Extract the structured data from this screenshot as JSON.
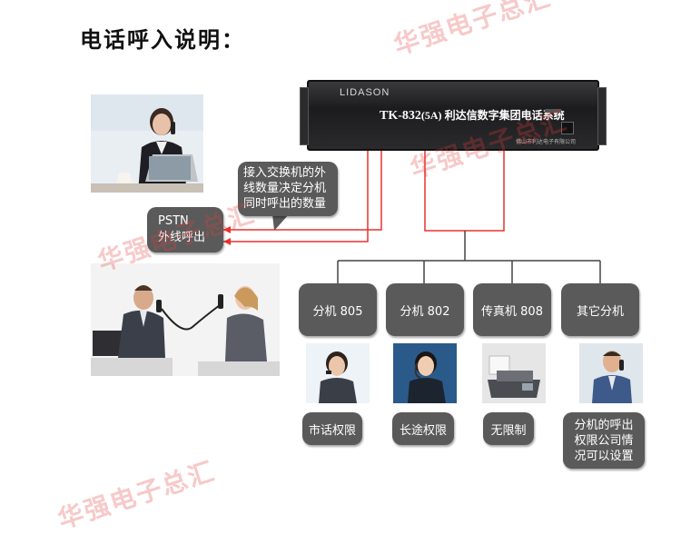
{
  "title": "电话呼入说明：",
  "device": {
    "brand": "LIDASON",
    "model_code": "TK-832",
    "model_suffix": "(5A)",
    "model_name": "利达信数字集团电话系统",
    "maker": "佛山市利达电子有限公司"
  },
  "pstn": {
    "line1": "PSTN",
    "line2": "外线呼出"
  },
  "callout": {
    "text": "接入交换机的外线数量决定分机同时呼出的数量"
  },
  "extensions": [
    {
      "label": "分机 805",
      "permission": "市话权限"
    },
    {
      "label": "分机 802",
      "permission": "长途权限"
    },
    {
      "label": "传真机 808",
      "permission": "无限制"
    },
    {
      "label": "其它分机",
      "permission": "分机的呼出权限公司情况可以设置"
    }
  ],
  "watermark": "华强电子总汇",
  "colors": {
    "line": "#e8322d",
    "connector": "#444444",
    "box": "#5a5a5a"
  }
}
